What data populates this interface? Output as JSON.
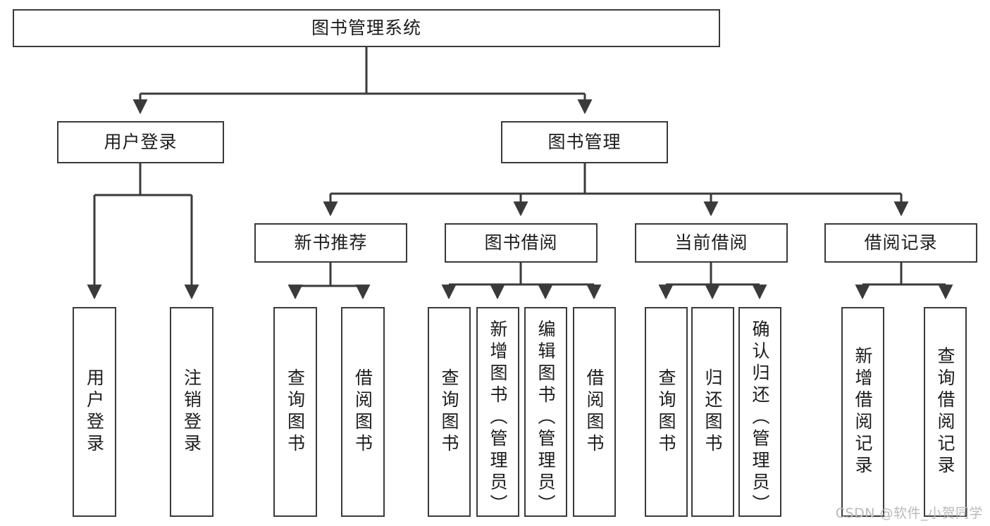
{
  "diagram": {
    "title": "图书管理系统",
    "type": "tree-hierarchy-diagram",
    "watermark": "CSDN @软件_小贺同学",
    "stroke_color": "#3a3a3a",
    "background_color": "#ffffff",
    "text_color": "#1c1c1c"
  },
  "nodes": {
    "root": {
      "label": "图书管理系统"
    },
    "level2": [
      {
        "label": "用户登录"
      },
      {
        "label": "图书管理"
      }
    ],
    "level3": [
      {
        "label": "新书推荐"
      },
      {
        "label": "图书借阅"
      },
      {
        "label": "当前借阅"
      },
      {
        "label": "借阅记录"
      }
    ],
    "leaves": {
      "user_login": [
        {
          "label": "用户登录"
        },
        {
          "label": "注销登录"
        }
      ],
      "new_book_recommend": [
        {
          "label": "查询图书"
        },
        {
          "label": "借阅图书"
        }
      ],
      "book_borrow": [
        {
          "label": "查询图书"
        },
        {
          "label": "新增图书（管理员）"
        },
        {
          "label": "编辑图书（管理员）"
        },
        {
          "label": "借阅图书"
        }
      ],
      "current_borrow": [
        {
          "label": "查询图书"
        },
        {
          "label": "归还图书"
        },
        {
          "label": "确认归还（管理员）"
        }
      ],
      "borrow_record": [
        {
          "label": "新增借阅记录"
        },
        {
          "label": "查询借阅记录"
        }
      ]
    }
  }
}
